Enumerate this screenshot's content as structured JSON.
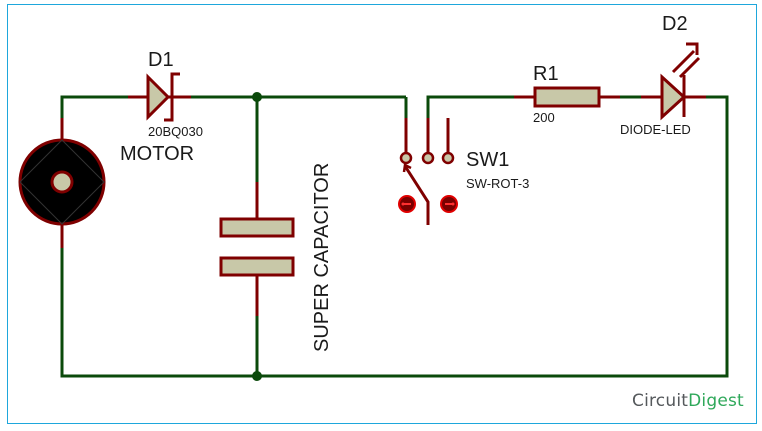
{
  "diagram": {
    "type": "circuit-schematic",
    "colors": {
      "wire": "#0b4a0b",
      "pin": "#7f0000",
      "body_fill": "#c8c8a8",
      "motor_fill": "#000000",
      "frame": "#1ea7dc",
      "brand_gray": "#55595c",
      "brand_green": "#2fa85a"
    },
    "components": {
      "motor": {
        "name": "MOTOR"
      },
      "d1": {
        "ref": "D1",
        "value": "20BQ030"
      },
      "capacitor": {
        "name": "SUPER CAPACITOR"
      },
      "sw1": {
        "ref": "SW1",
        "value": "SW-ROT-3"
      },
      "r1": {
        "ref": "R1",
        "value": "200"
      },
      "d2": {
        "ref": "D2",
        "value": "DIODE-LED"
      }
    },
    "brand": {
      "part1": "Circuit",
      "part2": "Digest"
    }
  }
}
